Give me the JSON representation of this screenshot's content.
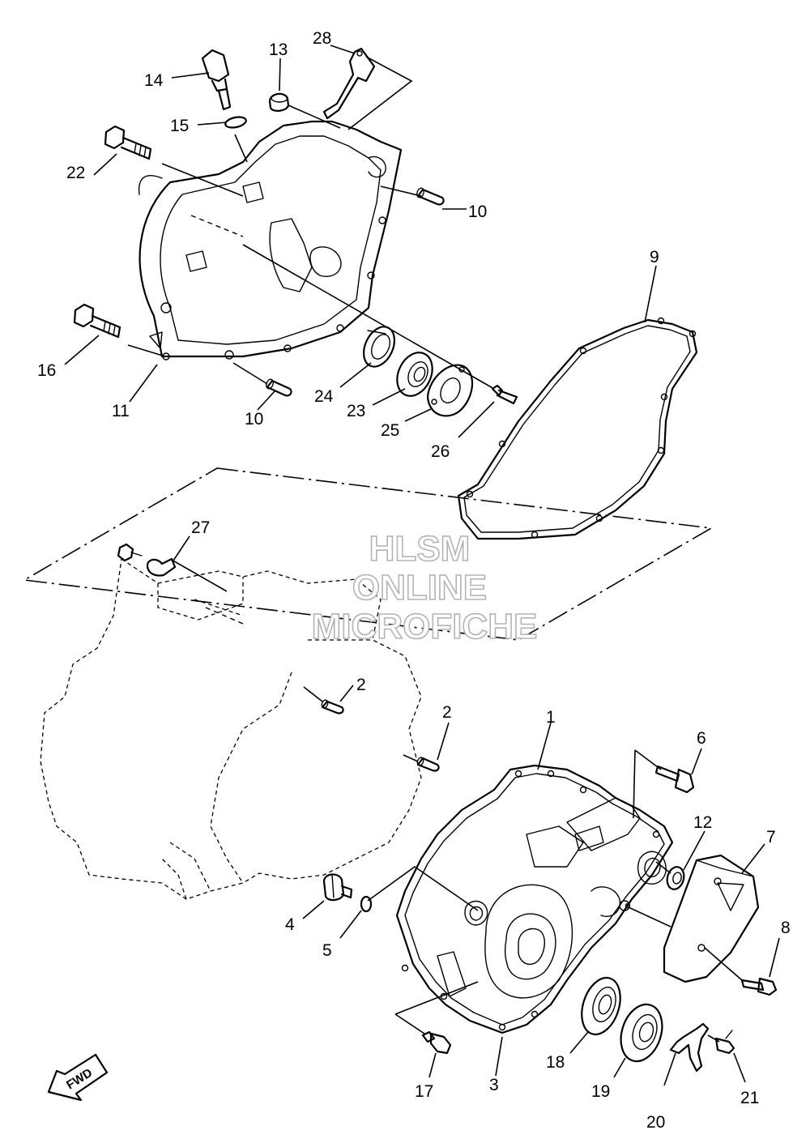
{
  "watermark": {
    "line1": "HLSM",
    "line2": "ONLINE",
    "line3": "MICROFICHE"
  },
  "direction_badge": {
    "label": "FWD",
    "icon": "forward-arrow-icon"
  },
  "callouts": {
    "p1": "1",
    "p2a": "2",
    "p2b": "2",
    "p3": "3",
    "p4": "4",
    "p5": "5",
    "p6": "6",
    "p7": "7",
    "p8": "8",
    "p9": "9",
    "p10a": "10",
    "p10b": "10",
    "p11": "11",
    "p12": "12",
    "p13": "13",
    "p14": "14",
    "p15": "15",
    "p16": "16",
    "p17": "17",
    "p18": "18",
    "p19": "19",
    "p20": "20",
    "p21": "21",
    "p22": "22",
    "p23": "23",
    "p24": "24",
    "p25": "25",
    "p26": "26",
    "p27": "27",
    "p28": "28"
  }
}
